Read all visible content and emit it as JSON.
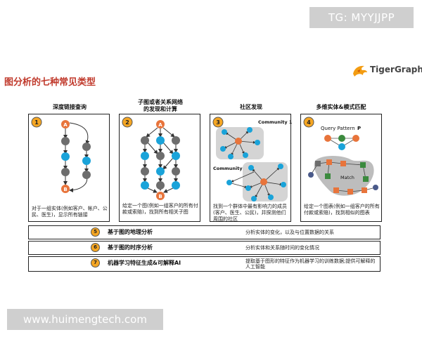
{
  "watermark_top": "TG: MYYJJPP",
  "watermark_bottom": "www.huimengtech.com",
  "title": "图分析的七种常见类型",
  "logo": {
    "text": "TigerGraph",
    "accent": "#f39c12"
  },
  "colors": {
    "orange_node": "#e8743b",
    "blue_node": "#1aa3d9",
    "gray_node": "#6d6d6d",
    "green_node": "#3b8a3e",
    "badge": "#f5a623",
    "title": "#c0392b"
  },
  "panels": [
    {
      "number": "1",
      "title": "深度链接查询",
      "desc": "对于一组实体(例如客户、帐户、公民、医生)，显示所有链接",
      "nodes": {
        "top": "A",
        "bottom": "B"
      }
    },
    {
      "number": "2",
      "title": "子图或者关系网络\n的发现和计算",
      "desc": "给定一个图(例如一组客户的所有付款或索赔)，找到所有相关子图",
      "nodes": {
        "top": "A",
        "bottom": "B"
      }
    },
    {
      "number": "3",
      "title": "社区发现",
      "desc": "找到一个群体中最有影响力的成员(客户、医生、公民)，并探测他们周围的社区",
      "community1": "Community 1",
      "community2": "Community 2"
    },
    {
      "number": "4",
      "title": "多维实体&模式匹配",
      "desc": "给定一个图表(例如一组客户的所有付款或索赔)，找到相似的图表",
      "pattern_label": "Query Pattern",
      "pattern_letter": "P",
      "match_label": "Match"
    }
  ],
  "rows": [
    {
      "number": "5",
      "label": "基于图的地理分析",
      "desc": "分析实体的变化，以及与位置数据的关系"
    },
    {
      "number": "6",
      "label": "基于图的时序分析",
      "desc": "分析实体和关系随时间的变化情况"
    },
    {
      "number": "7",
      "label": "机器学习特征生成&可解释AI",
      "desc": "提取基于图形的特征作为机器学习的训练数据;提供可解释的人工智能"
    }
  ]
}
